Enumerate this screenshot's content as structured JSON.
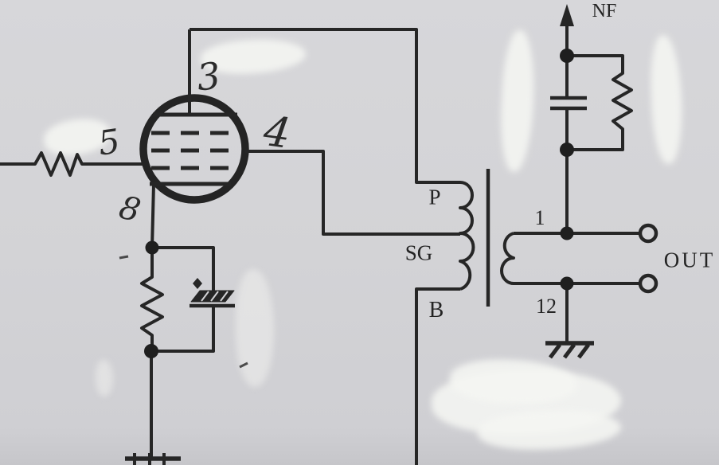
{
  "diagram": {
    "type": "vacuum-tube output-stage schematic with output transformer and negative feedback",
    "labels": {
      "nf": "NF",
      "primary_plate": "P",
      "primary_screen_tap": "SG",
      "primary_b_supply": "B",
      "secondary_terminal_top": "1",
      "secondary_terminal_bottom": "12",
      "output": "OUT",
      "tube_pin_plate": "3",
      "tube_pin_screen": "4",
      "tube_pin_grid": "5",
      "tube_pin_cathode": "8"
    },
    "components": [
      "grid-input-resistor",
      "pentode-tube",
      "cathode-resistor",
      "cathode-bypass-electrolytic-capacitor",
      "output-transformer-primary",
      "output-transformer-core",
      "output-transformer-secondary",
      "feedback-parallel-rc-network",
      "feedback-arrow",
      "output-terminals",
      "earth-ground-secondary",
      "earth-ground-cathode"
    ],
    "colors": {
      "paper": "#d3d3d6",
      "ink": "#262626",
      "correction_fluid": "#f2f3ef"
    }
  }
}
